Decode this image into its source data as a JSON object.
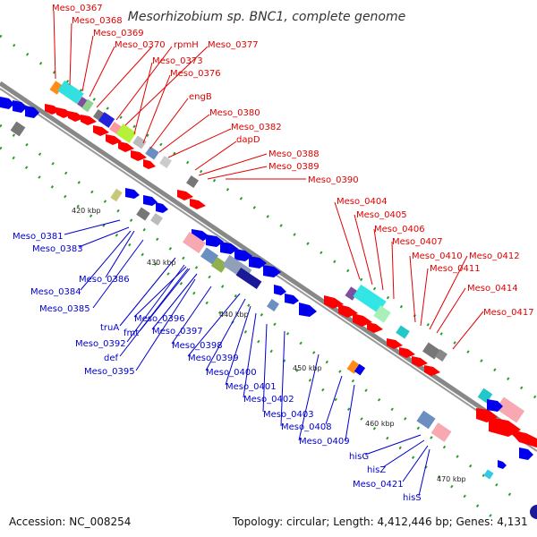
{
  "title": "Mesorhizobium sp. BNC1, complete genome",
  "accession": "Accession: NC_008254",
  "topology": "Topology: circular; Length: 4,412,446 bp; Genes: 4,131",
  "kbp_markers": [
    "420 kbp",
    "430 kbp",
    "440 kbp",
    "450 kbp",
    "460 kbp",
    "470 kbp"
  ],
  "outer_labels": [
    "Meso_0367",
    "Meso_0368",
    "Meso_0369",
    "Meso_0370",
    "rpmH",
    "Meso_0377",
    "Meso_0373",
    "Meso_0376",
    "engB",
    "Meso_0380",
    "Meso_0382",
    "dapD",
    "Meso_0388",
    "Meso_0389",
    "Meso_0390",
    "Meso_0404",
    "Meso_0405",
    "Meso_0406",
    "Meso_0407",
    "Meso_0410",
    "Meso_0412",
    "Meso_0411",
    "Meso_0414",
    "Meso_0417"
  ],
  "inner_labels": [
    "Meso_0381",
    "Meso_0383",
    "Meso_0386",
    "Meso_0384",
    "Meso_0385",
    "truA",
    "Meso_0396",
    "fmt",
    "Meso_0397",
    "Meso_0392",
    "def",
    "Meso_0398",
    "Meso_0395",
    "Meso_0399",
    "Meso_0400",
    "Meso_0401",
    "Meso_0402",
    "Meso_0403",
    "Meso_0408",
    "Meso_0409",
    "hisG",
    "hisZ",
    "Meso_0421",
    "hisS"
  ],
  "colors": {
    "label_red": "#e00000",
    "label_blue": "#0000cc",
    "forward_gene": "#ff0000",
    "reverse_gene": "#0000ee",
    "backbone": "#888888",
    "tick": "#2a9d2a"
  }
}
